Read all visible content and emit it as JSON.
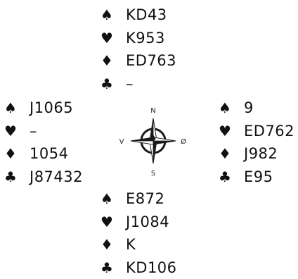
{
  "suits": {
    "spades": "♠",
    "hearts": "♥",
    "diamonds": "♦",
    "clubs": "♣"
  },
  "hands": {
    "north": {
      "spades": "KD43",
      "hearts": "K953",
      "diamonds": "ED763",
      "clubs": "–"
    },
    "west": {
      "spades": "J1065",
      "hearts": "–",
      "diamonds": "1054",
      "clubs": "J87432"
    },
    "east": {
      "spades": "9",
      "hearts": "ED762",
      "diamonds": "J982",
      "clubs": "E95"
    },
    "south": {
      "spades": "E872",
      "hearts": "J1084",
      "diamonds": "K",
      "clubs": "KD106"
    }
  },
  "compass": {
    "n": "N",
    "s": "S",
    "w": "V",
    "e": "Ø"
  },
  "colors": {
    "suit_symbols": "#111111",
    "compass": "#1a1a1a"
  },
  "icons": {
    "compass": "compass-rose-icon"
  }
}
